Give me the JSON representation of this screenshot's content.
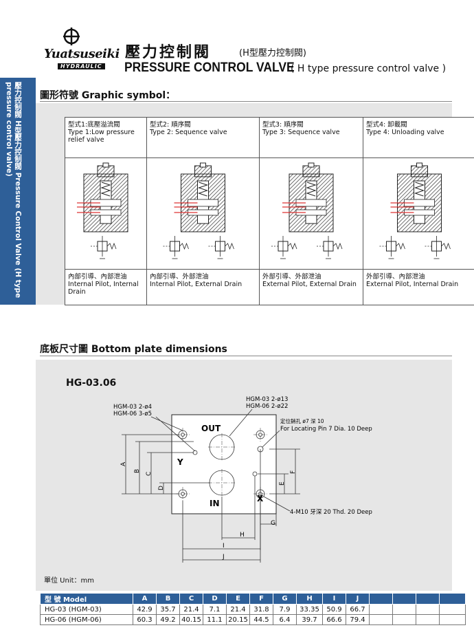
{
  "header": {
    "brand": "Yuatsuseiki",
    "brand_sub": "HYDRAULIC",
    "title_cn": "壓力控制閥",
    "title_cn_sub": "(H型壓力控制閥)",
    "title_en": "PRESSURE CONTROL VALVE",
    "title_en_sub": "( H type pressure control valve )"
  },
  "side_tab": {
    "text": "壓力控制閥 H型壓力控制閥 Pressure Control Valve (H type pressure control valve)"
  },
  "graphic_symbol": {
    "heading": "圖形符號  Graphic symbol：",
    "columns": [
      {
        "type_cn": "型式1:底壓溢流閥",
        "type_en": "Type 1:Low pressure relief valve",
        "pilot_cn": "內部引導、內部泄油",
        "pilot_en": "Internal Pilot, Internal Drain"
      },
      {
        "type_cn": "型式2: 順序閥",
        "type_en": "Type 2: Sequence valve",
        "pilot_cn": "內部引導、外部泄油",
        "pilot_en": "Internal Pilot, External Drain"
      },
      {
        "type_cn": "型式3: 順序閥",
        "type_en": "Type 3: Sequence valve",
        "pilot_cn": "外部引導、外部泄油",
        "pilot_en": "External Pilot, External Drain"
      },
      {
        "type_cn": "型式4: 卸載閥",
        "type_en": "Type 4: Unloading valve",
        "pilot_cn": "外部引導、內部泄油",
        "pilot_en": "External Pilot, Internal Drain"
      }
    ]
  },
  "bottom_plate": {
    "heading": "底板尺寸圖  Bottom plate dimensions",
    "model": "HG-03.06",
    "unit": "單位 Unit：mm",
    "callouts": {
      "hgm_small_a": "HGM-03  2-ø4",
      "hgm_small_b": "HGM-06  3-ø5",
      "hgm_large_a": "HGM-03  2-ø13",
      "hgm_large_b": "HGM-06  2-ø22",
      "pin_cn": "定位銷孔 ø7 深 10",
      "pin_en": "For Locating Pin 7 Dia. 10 Deep",
      "thread": "4-M10 牙深 20 Thd. 20 Deep",
      "out": "OUT",
      "in": "IN",
      "x": "X",
      "y": "Y"
    },
    "dim_letters": [
      "A",
      "B",
      "C",
      "D",
      "E",
      "F",
      "G",
      "H",
      "I",
      "J"
    ]
  },
  "spec_table": {
    "headers": [
      "型 號 Model",
      "A",
      "B",
      "C",
      "D",
      "E",
      "F",
      "G",
      "H",
      "I",
      "J",
      "",
      "",
      "",
      ""
    ],
    "rows": [
      [
        "HG-03 (HGM-03)",
        "42.9",
        "35.7",
        "21.4",
        "7.1",
        "21.4",
        "31.8",
        "7.9",
        "33.35",
        "50.9",
        "66.7",
        "",
        "",
        "",
        ""
      ],
      [
        "HG-06 (HGM-06)",
        "60.3",
        "49.2",
        "40.15",
        "11.1",
        "20.15",
        "44.5",
        "6.4",
        "39.7",
        "66.6",
        "79.4",
        "",
        "",
        "",
        ""
      ]
    ]
  },
  "colors": {
    "accent": "#2e5f98",
    "panel": "#e6e6e6"
  }
}
